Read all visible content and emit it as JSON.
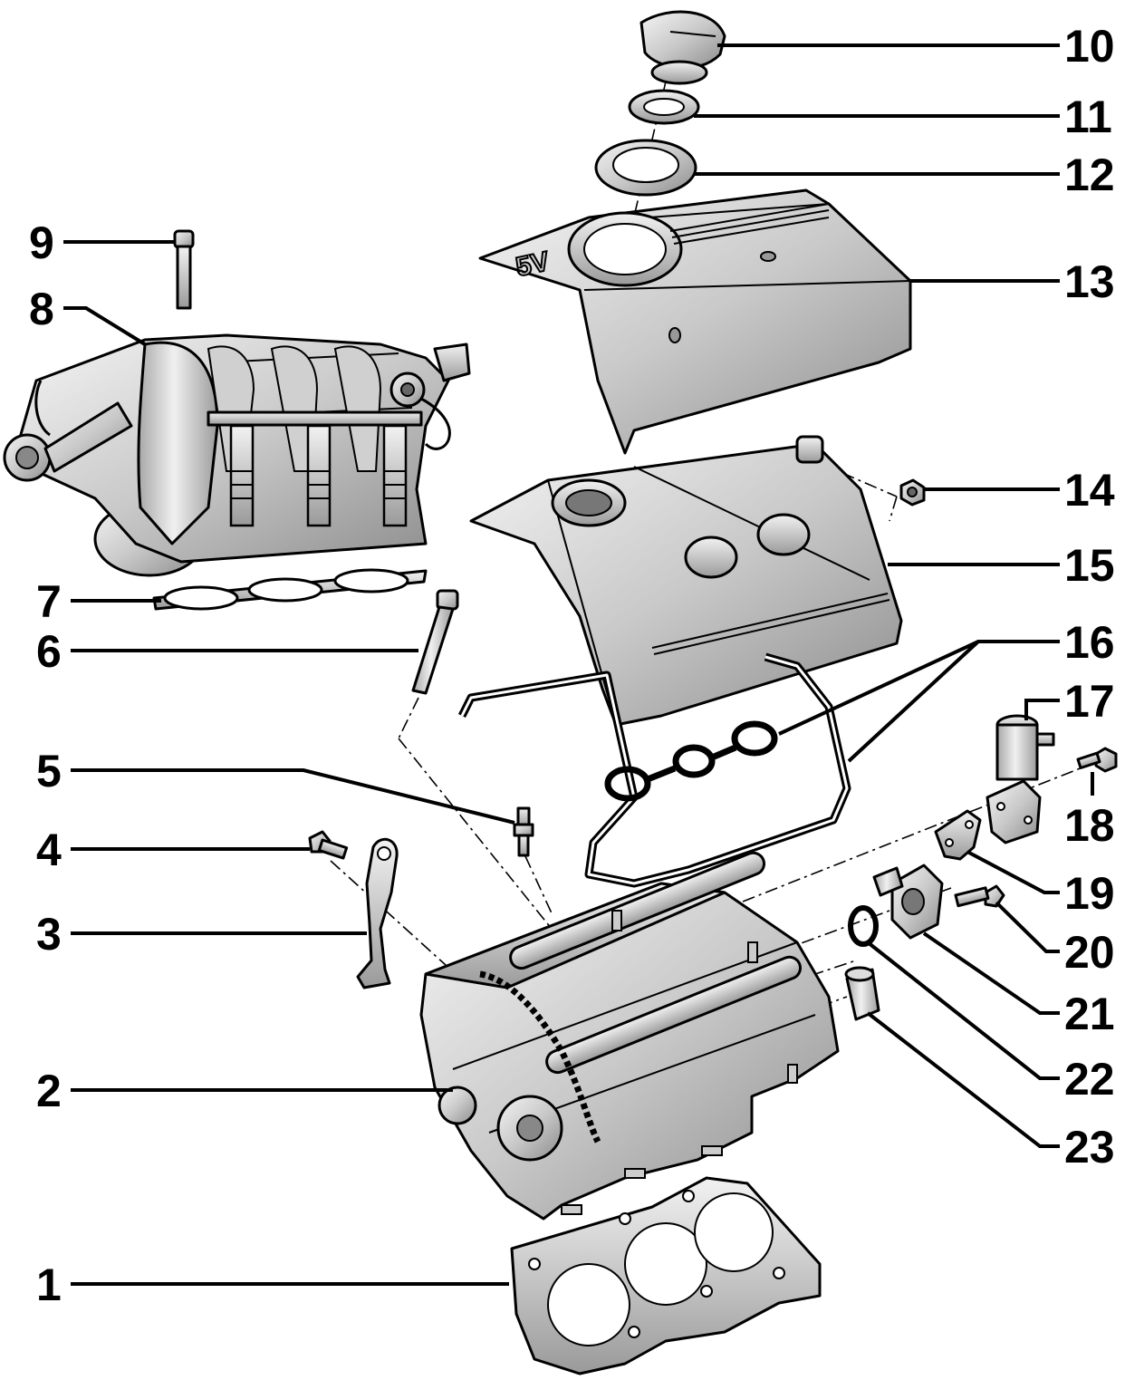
{
  "callouts": [
    {
      "id": 1,
      "label": "1"
    },
    {
      "id": 2,
      "label": "2"
    },
    {
      "id": 3,
      "label": "3"
    },
    {
      "id": 4,
      "label": "4"
    },
    {
      "id": 5,
      "label": "5"
    },
    {
      "id": 6,
      "label": "6"
    },
    {
      "id": 7,
      "label": "7"
    },
    {
      "id": 8,
      "label": "8"
    },
    {
      "id": 9,
      "label": "9"
    },
    {
      "id": 10,
      "label": "10"
    },
    {
      "id": 11,
      "label": "11"
    },
    {
      "id": 12,
      "label": "12"
    },
    {
      "id": 13,
      "label": "13"
    },
    {
      "id": 14,
      "label": "14"
    },
    {
      "id": 15,
      "label": "15"
    },
    {
      "id": 16,
      "label": "16"
    },
    {
      "id": 17,
      "label": "17"
    },
    {
      "id": 18,
      "label": "18"
    },
    {
      "id": 19,
      "label": "19"
    },
    {
      "id": 20,
      "label": "20"
    },
    {
      "id": 21,
      "label": "21"
    },
    {
      "id": 22,
      "label": "22"
    },
    {
      "id": 23,
      "label": "23"
    }
  ],
  "cover_emboss": "5V",
  "colors": {
    "line": "#000000",
    "metal_light": "#e6e6e6",
    "metal_mid": "#bdbdbd",
    "metal_dark": "#8a8a8a",
    "background": "#ffffff"
  }
}
